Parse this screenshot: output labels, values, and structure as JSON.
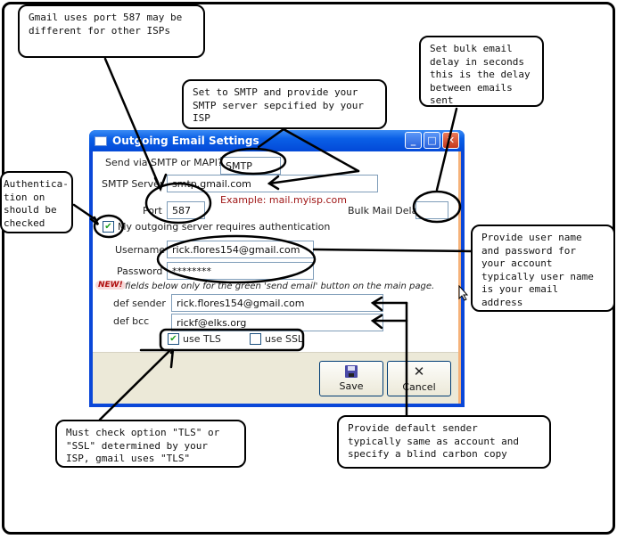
{
  "callouts": {
    "port": "Gmail uses port 587 may be\ndifferent for other ISPs",
    "smtp": "Set to SMTP and provide your\nSMTP server sepcified by your\nISP",
    "bulk": "Set bulk email\ndelay in seconds\nthis is the delay\nbetween emails\nsent",
    "auth": "Authentica-\ntion on\nshould be\nchecked",
    "user": "Provide user name\nand password for\nyour account\ntypically user name\nis your email\naddress",
    "tls": "Must check option \"TLS\" or\n\"SSL\" determined by your\nISP, gmail uses \"TLS\"",
    "sender": "Provide default sender\ntypically same as account and\nspecify a blind carbon copy"
  },
  "window": {
    "title": "Outgoing Email Settings",
    "icon": "window-icon",
    "controls": {
      "minimize": "_",
      "maximize": "□",
      "close": "✕"
    }
  },
  "form": {
    "send_via_label": "Send via SMTP or MAPI?",
    "send_via_value": "SMTP",
    "smtp_server_label": "SMTP Server",
    "smtp_server_value": "smtp.gmail.com",
    "example": "Example: mail.myisp.com",
    "port_label": "Port",
    "port_value": "587",
    "bulk_delay_label": "Bulk Mail Delay",
    "bulk_delay_value": "",
    "auth_label": "My outgoing server requires authentication",
    "auth_checked": true,
    "username_label": "Username",
    "username_value": "rick.flores154@gmail.com",
    "password_label": "Password",
    "password_value": "********",
    "new_badge": "NEW!",
    "note": "fields below only for the green 'send email' button on the main page.",
    "def_sender_label": "def sender",
    "def_sender_value": "rick.flores154@gmail.com",
    "def_bcc_label": "def bcc",
    "def_bcc_value": "rickf@elks.org",
    "use_tls_label": "use TLS",
    "use_tls_checked": true,
    "use_ssl_label": "use SSL",
    "use_ssl_checked": false,
    "check_glyph": "✔"
  },
  "buttons": {
    "save": "Save",
    "cancel": "Cancel",
    "cancel_glyph": "✕"
  }
}
